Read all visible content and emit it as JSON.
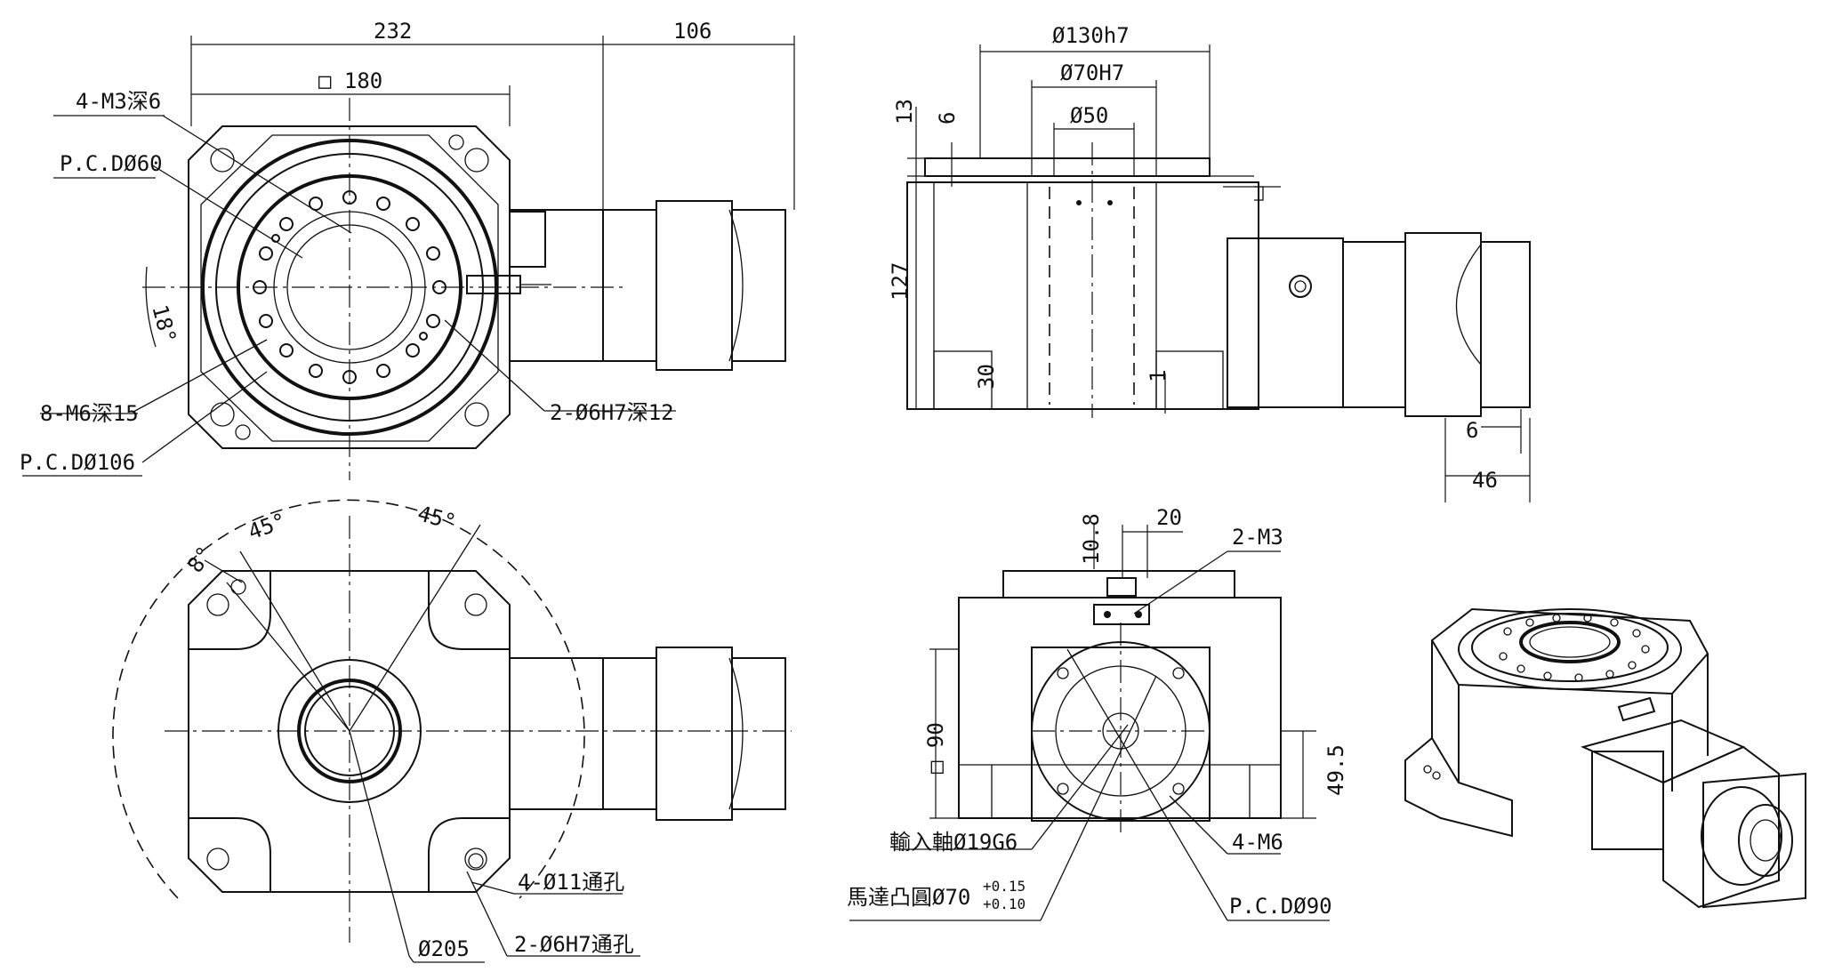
{
  "labels": {
    "top_left": {
      "d232": "232",
      "d106": "106",
      "d180": "□ 180",
      "m3": "4-M3深6",
      "pcd60": "P.C.DØ60",
      "a18": "18°",
      "m6": "8-M6深15",
      "pcd106": "P.C.DØ106",
      "h7": "2-Ø6H7深12"
    },
    "top_right": {
      "d130": "Ø130h7",
      "d70": "Ø70H7",
      "d50": "Ø50",
      "d13": "13",
      "d6a": "6",
      "d127": "127",
      "d30": "30",
      "d1": "1",
      "d6b": "6",
      "d46": "46"
    },
    "bottom_left": {
      "a45a": "45°",
      "a45b": "45°",
      "a8": "8°",
      "holes11": "4-Ø11通孔",
      "d205": "Ø205",
      "pins": "2-Ø6H7通孔"
    },
    "bottom_mid": {
      "d108": "10.8",
      "d20": "20",
      "m3": "2-M3",
      "sq90": "□ 90",
      "d495": "49.5",
      "shaft": "輸入軸Ø19G6",
      "boss": "馬達凸圓Ø70",
      "tol_up": "+0.15",
      "tol_dn": "+0.10",
      "m6": "4-M6",
      "pcd90": "P.C.DØ90"
    }
  }
}
